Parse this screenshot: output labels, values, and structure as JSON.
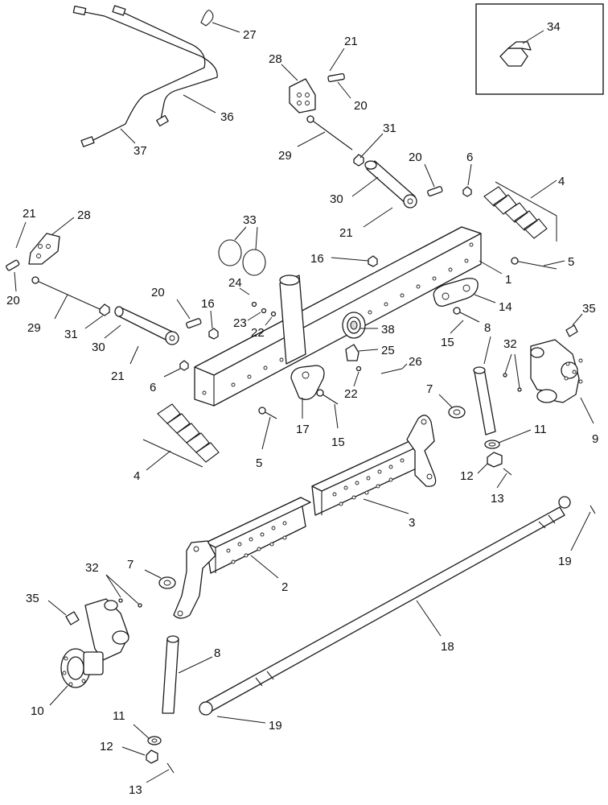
{
  "callouts": {
    "c27": "27",
    "c34": "34",
    "c21a": "21",
    "c28a": "28",
    "c20a": "20",
    "c36": "36",
    "c37": "37",
    "c31a": "31",
    "c29a": "29",
    "c20b": "20",
    "c6a": "6",
    "c4a": "4",
    "c30a": "30",
    "c21b": "21",
    "c21c": "21",
    "c28b": "28",
    "c33": "33",
    "c16a": "16",
    "c5a": "5",
    "c1": "1",
    "c20c": "20",
    "c29b": "29",
    "c31b": "31",
    "c24": "24",
    "c23": "23",
    "c22a": "22",
    "c20d": "20",
    "c16b": "16",
    "c30b": "30",
    "c14": "14",
    "c38": "38",
    "c35a": "35",
    "c15a": "15",
    "c8a": "8",
    "c32a": "32",
    "c21d": "21",
    "c6b": "6",
    "c25": "25",
    "c26": "26",
    "c22b": "22",
    "c7a": "7",
    "c17": "17",
    "c15b": "15",
    "c9": "9",
    "c5b": "5",
    "c4b": "4",
    "c11a": "11",
    "c12a": "12",
    "c13a": "13",
    "c3": "3",
    "c19a": "19",
    "c7b": "7",
    "c2": "2",
    "c32b": "32",
    "c35b": "35",
    "c18": "18",
    "c8b": "8",
    "c10": "10",
    "c19b": "19",
    "c11b": "11",
    "c12b": "12",
    "c13b": "13"
  }
}
